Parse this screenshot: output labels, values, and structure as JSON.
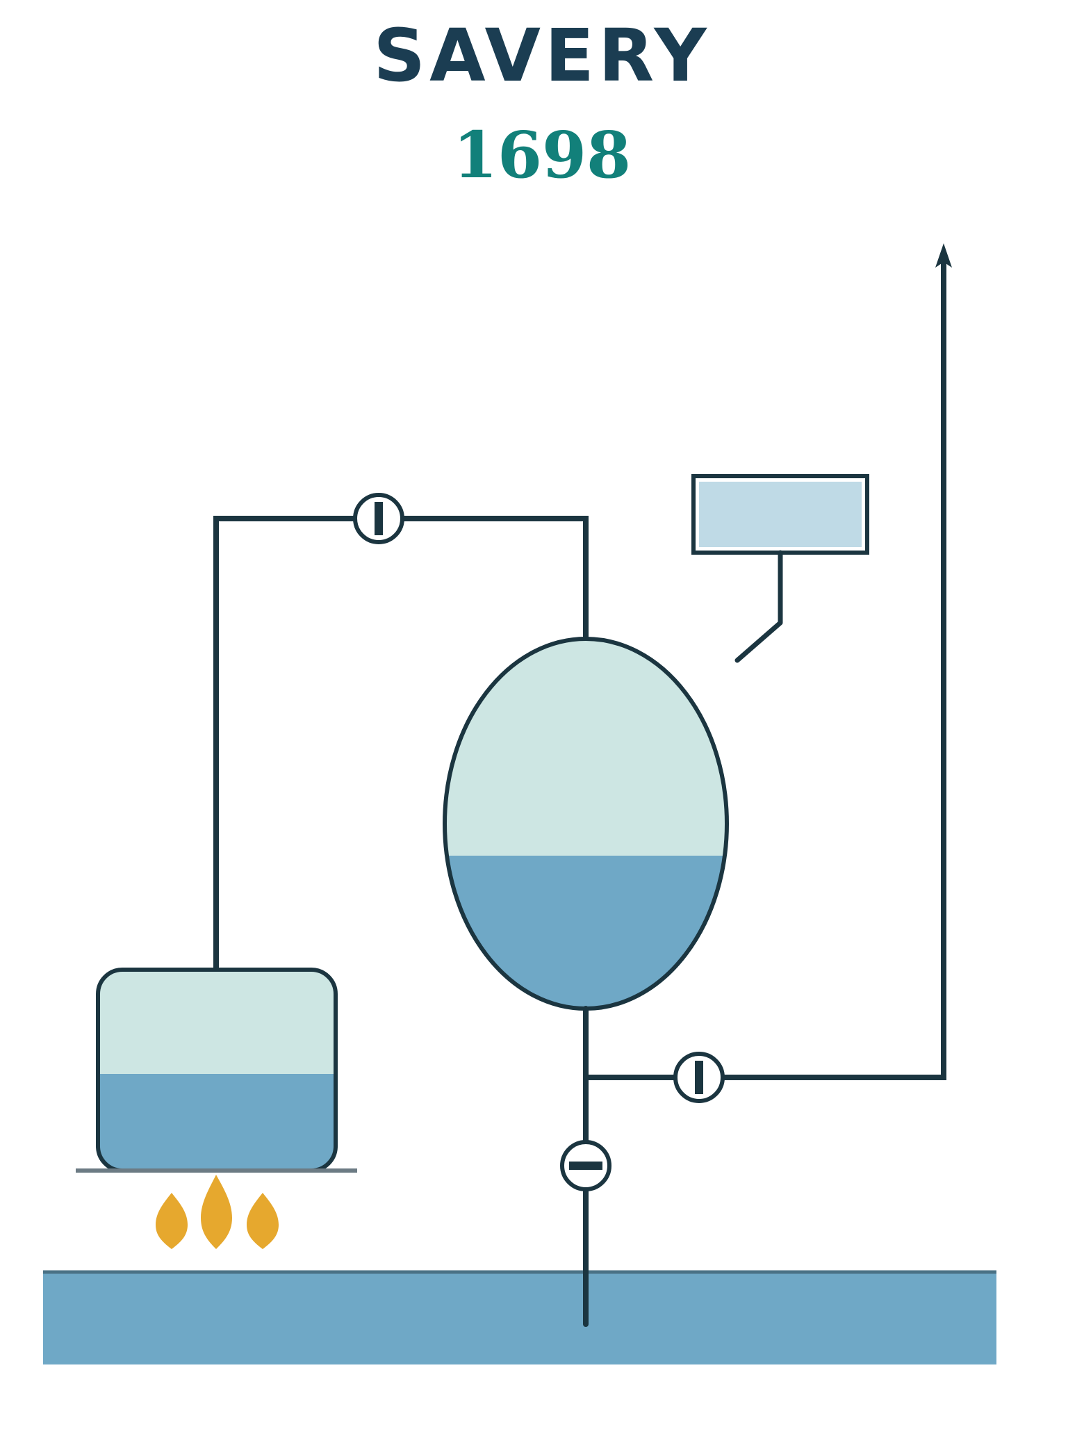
{
  "header": {
    "title": "SAVERY",
    "year": "1698"
  },
  "colors": {
    "title": "#1b3d52",
    "year": "#12807a",
    "outline": "#1b3540",
    "steam": "#cde6e3",
    "water": "#6fa8c6",
    "cistern": "#bfdae6",
    "flame": "#e6a82e",
    "plate": "#6c7b84",
    "reservoir_line": "#4a7185"
  },
  "components": {
    "boiler": {
      "icon": "boiler-tank",
      "water_level": 0.5
    },
    "vessel": {
      "icon": "pressure-vessel",
      "water_level": 0.41
    },
    "cistern": {
      "icon": "cold-water-cistern"
    },
    "steam_valve": {
      "icon": "valve-open-icon"
    },
    "outlet_valve": {
      "icon": "valve-open-icon"
    },
    "intake_valve": {
      "icon": "valve-closed-icon"
    },
    "fire": {
      "icon": "flame-icon",
      "count": 3
    },
    "reservoir": {
      "icon": "water-reservoir"
    },
    "outlet_arrow": {
      "icon": "arrow-up-icon"
    }
  }
}
